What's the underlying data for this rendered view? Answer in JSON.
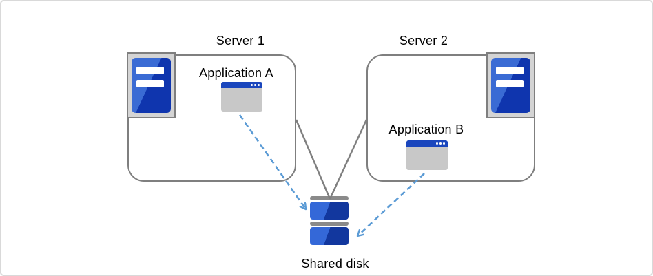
{
  "diagram": {
    "title_server1": "Server 1",
    "title_server2": "Server 2",
    "app_a_label": "Application A",
    "app_b_label": "Application B",
    "shared_disk_label": "Shared disk"
  },
  "icons": {
    "server1_icon": "server-tower-icon",
    "server2_icon": "server-tower-icon",
    "app_a_icon": "app-window-icon",
    "app_b_icon": "app-window-icon",
    "disk_icon": "shared-disk-icon"
  },
  "connections": [
    {
      "from": "Server 1",
      "to": "Shared disk",
      "style": "solid-gray-line"
    },
    {
      "from": "Server 2",
      "to": "Shared disk",
      "style": "solid-gray-line"
    },
    {
      "from": "Application A",
      "to": "Shared disk",
      "style": "dashed-blue-arrow"
    },
    {
      "from": "Application B",
      "to": "Shared disk",
      "style": "dashed-blue-arrow"
    }
  ],
  "colors": {
    "box_border_gray": "#7f7f7f",
    "connector_gray": "#7f7f7f",
    "arrow_blue": "#5b9bd5",
    "icon_blue_light": "#3a6bd4",
    "icon_blue_dark": "#0f35ae",
    "titlebar_blue": "#1a46bd",
    "panel_gray_fill": "#d4d4d4",
    "window_body_gray": "#c8c8c8",
    "disk_cap_gray": "#8a8a8a",
    "canvas_border": "#d9d9d9",
    "text_color": "#000000"
  }
}
